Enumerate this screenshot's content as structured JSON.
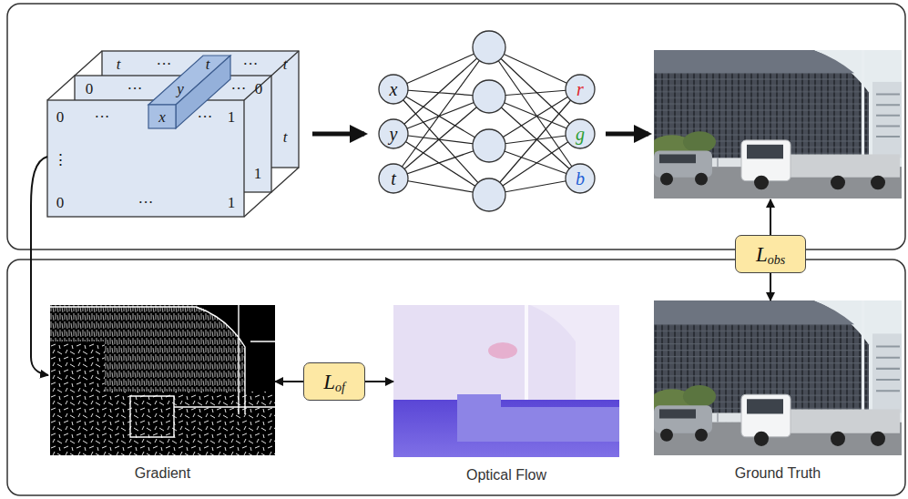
{
  "diagram": {
    "nodes": [
      {
        "text": [
          "x"
        ]
      },
      {
        "text": [
          "y"
        ]
      },
      {
        "text": [
          "t"
        ]
      },
      {
        "text": [
          "r"
        ]
      },
      {
        "text": [
          "g"
        ]
      },
      {
        "text": [
          "b"
        ]
      },
      {
        "text": [
          "L",
          "obs"
        ]
      },
      {
        "text": [
          "Gradient"
        ]
      },
      {
        "text": [
          "L",
          "of"
        ]
      },
      {
        "text": [
          "Optical Flow"
        ]
      },
      {
        "text": [
          "Ground Truth"
        ]
      }
    ],
    "edges": [
      {
        "from": 8,
        "to": 7,
        "arrow": "to"
      },
      {
        "from": 8,
        "to": 9,
        "arrow": "to"
      },
      {
        "from": 6,
        "to": 10,
        "arrow": "to"
      }
    ],
    "labels": [
      "t",
      "···",
      "t",
      "···",
      "t",
      "0",
      "···",
      "y",
      "···",
      "0",
      "0",
      "···",
      "x",
      "···",
      "1",
      "⋮",
      "0",
      "···",
      "1",
      "t",
      "1"
    ]
  }
}
